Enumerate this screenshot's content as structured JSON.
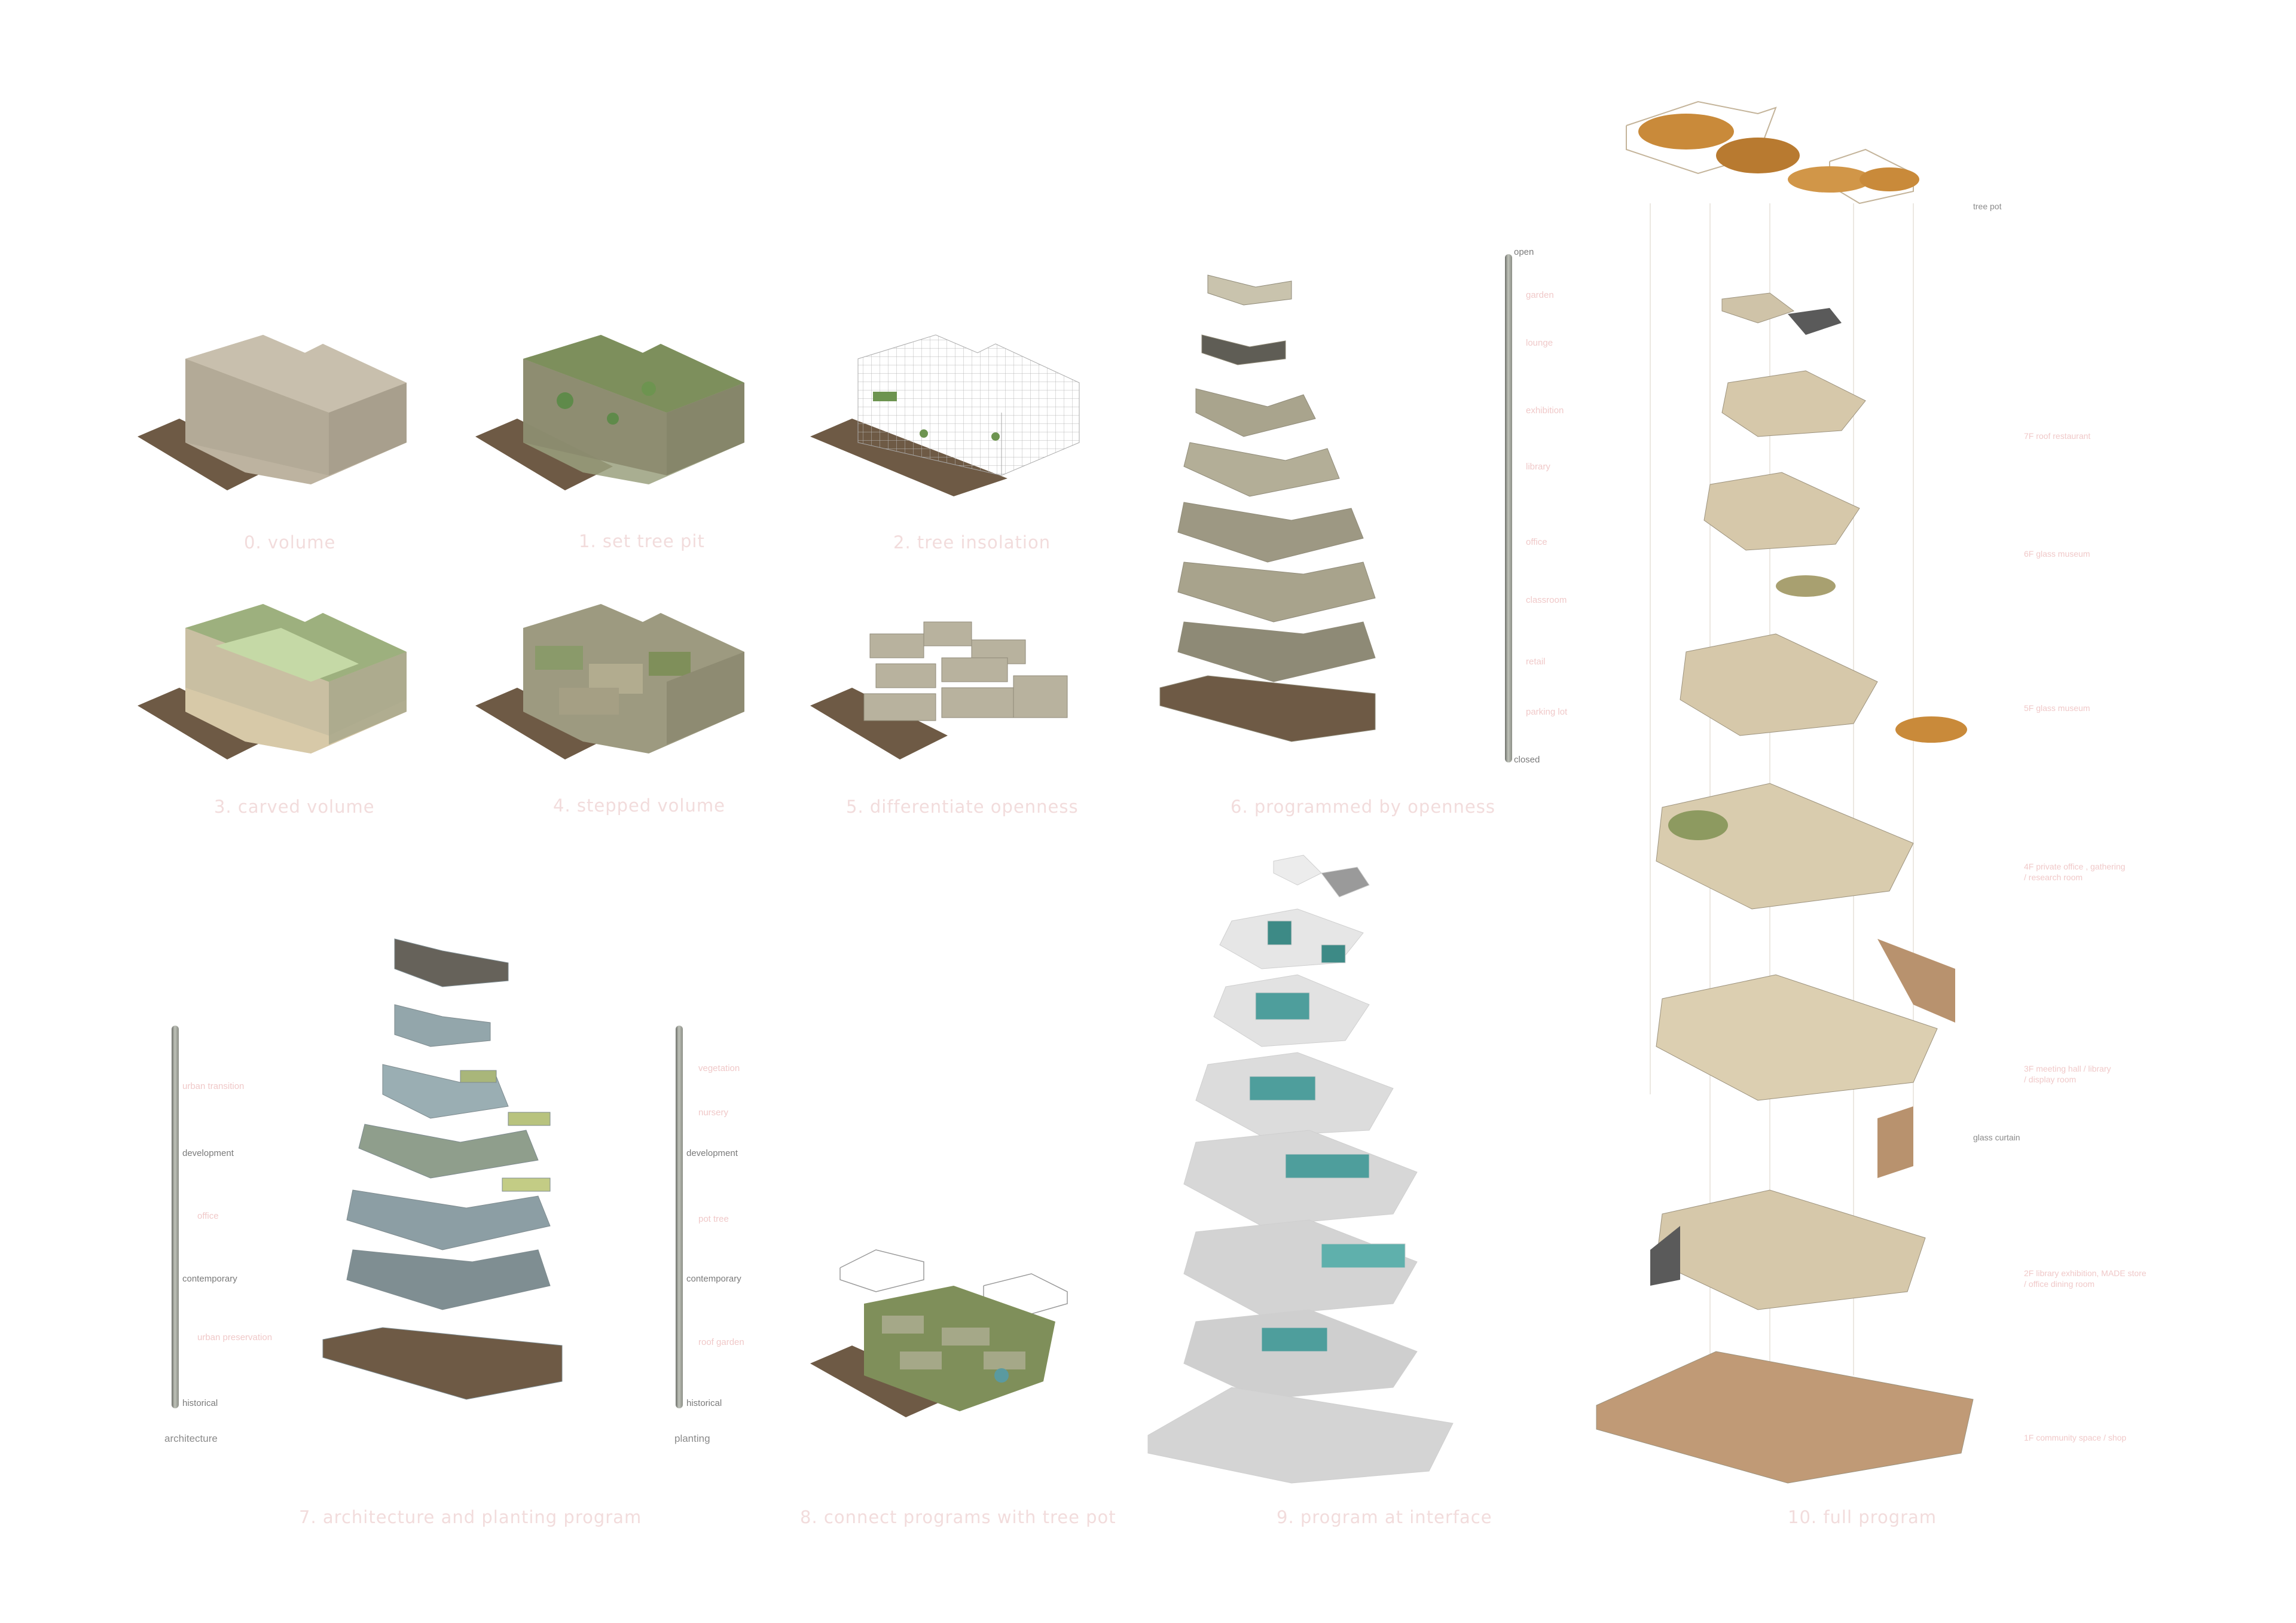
{
  "steps": [
    {
      "label": "0.  volume"
    },
    {
      "label": "1. set tree pit"
    },
    {
      "label": "2. tree insolation"
    },
    {
      "label": "3. carved volume"
    },
    {
      "label": "4. stepped volume"
    },
    {
      "label": "5. differentiate openness"
    },
    {
      "label": "6. programmed by openness"
    },
    {
      "label": "7. architecture and planting program"
    },
    {
      "label": "8. connect programs with tree pot"
    },
    {
      "label": "9. program at interface"
    },
    {
      "label": "10. full program"
    }
  ],
  "openness_scale": {
    "top": "open",
    "bottom": "closed",
    "items": [
      "garden",
      "lounge",
      "exhibition",
      "library",
      "office",
      "classroom",
      "retail",
      "parking lot"
    ]
  },
  "architecture_scale": {
    "title": "architecture",
    "items": [
      {
        "text": "urban transition",
        "tone": "pink"
      },
      {
        "text": "development",
        "tone": "dark"
      },
      {
        "text": "office",
        "tone": "pink"
      },
      {
        "text": "contemporary",
        "tone": "dark"
      },
      {
        "text": "urban preservation",
        "tone": "pink"
      },
      {
        "text": "historical",
        "tone": "dark"
      }
    ]
  },
  "planting_scale": {
    "title": "planting",
    "items": [
      {
        "text": "vegetation",
        "tone": "pink"
      },
      {
        "text": "nursery",
        "tone": "pink"
      },
      {
        "text": "development",
        "tone": "dark"
      },
      {
        "text": "pot tree",
        "tone": "pink"
      },
      {
        "text": "contemporary",
        "tone": "dark"
      },
      {
        "text": "roof garden",
        "tone": "pink"
      },
      {
        "text": "historical",
        "tone": "dark"
      }
    ]
  },
  "full_program": {
    "tree_pot": "tree pot",
    "glass_curtain": "glass curtain",
    "floors": [
      {
        "line1": "7F  roof restaurant",
        "line2": ""
      },
      {
        "line1": "6F  glass museum",
        "line2": ""
      },
      {
        "line1": "5F  glass museum",
        "line2": ""
      },
      {
        "line1": "4F  private office , gathering",
        "line2": "/ research room"
      },
      {
        "line1": "3F  meeting hall / library",
        "line2": "/ display room"
      },
      {
        "line1": "2F  library exhibition, MADE store",
        "line2": "/ office dining room"
      },
      {
        "line1": "1F  community space / shop",
        "line2": ""
      }
    ]
  },
  "colors": {
    "label_pink": "#f2dcdc",
    "ground": "#6e5a45",
    "stone": "#b8b29e",
    "green": "#7f8f5a",
    "slate": "#8c9ea4",
    "teal": "#4e9e9c",
    "tree": "#c98a3a"
  }
}
